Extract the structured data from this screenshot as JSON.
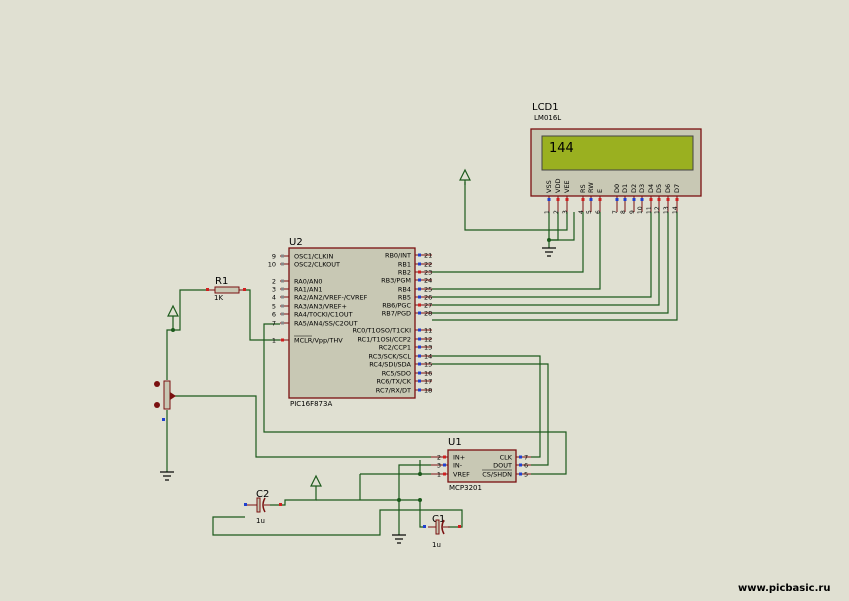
{
  "lcd": {
    "ref": "LCD1",
    "part": "LM016L",
    "display_text": "144",
    "pin_labels": [
      "VSS",
      "VDD",
      "VEE",
      "RS",
      "RW",
      "E",
      "D0",
      "D1",
      "D2",
      "D3",
      "D4",
      "D5",
      "D6",
      "D7"
    ],
    "pin_numbers": [
      "1",
      "2",
      "3",
      "4",
      "5",
      "6",
      "7",
      "8",
      "9",
      "10",
      "11",
      "12",
      "13",
      "14"
    ],
    "screen_color": "#9ab020"
  },
  "u2": {
    "ref": "U2",
    "part": "PIC16F873A",
    "left_pins": [
      {
        "label": "OSC1/CLKIN",
        "num": "9"
      },
      {
        "label": "OSC2/CLKOUT",
        "num": "10"
      },
      {
        "label": "RA0/AN0",
        "num": "2"
      },
      {
        "label": "RA1/AN1",
        "num": "3"
      },
      {
        "label": "RA2/AN2/VREF-/CVREF",
        "num": "4"
      },
      {
        "label": "RA3/AN3/VREF+",
        "num": "5"
      },
      {
        "label": "RA4/T0CKI/C1OUT",
        "num": "6"
      },
      {
        "label": "RA5/AN4/SS/C2OUT",
        "num": "7"
      },
      {
        "label": "MCLR/Vpp/THV",
        "num": "1"
      }
    ],
    "right_pins": [
      {
        "label": "RB0/INT",
        "num": "21"
      },
      {
        "label": "RB1",
        "num": "22"
      },
      {
        "label": "RB2",
        "num": "23"
      },
      {
        "label": "RB3/PGM",
        "num": "24"
      },
      {
        "label": "RB4",
        "num": "25"
      },
      {
        "label": "RB5",
        "num": "26"
      },
      {
        "label": "RB6/PGC",
        "num": "27"
      },
      {
        "label": "RB7/PGD",
        "num": "28"
      },
      {
        "label": "RC0/T1OSO/T1CKI",
        "num": "11"
      },
      {
        "label": "RC1/T1OSI/CCP2",
        "num": "12"
      },
      {
        "label": "RC2/CCP1",
        "num": "13"
      },
      {
        "label": "RC3/SCK/SCL",
        "num": "14"
      },
      {
        "label": "RC4/SDI/SDA",
        "num": "15"
      },
      {
        "label": "RC5/SDO",
        "num": "16"
      },
      {
        "label": "RC6/TX/CK",
        "num": "17"
      },
      {
        "label": "RC7/RX/DT",
        "num": "18"
      }
    ]
  },
  "u1": {
    "ref": "U1",
    "part": "MCP3201",
    "left_pins": [
      {
        "label": "IN+",
        "num": "2"
      },
      {
        "label": "IN-",
        "num": "3"
      },
      {
        "label": "VREF",
        "num": "1"
      }
    ],
    "right_pins": [
      {
        "label": "CLK",
        "num": "7"
      },
      {
        "label": "DOUT",
        "num": "6"
      },
      {
        "label": "CS/SHDN",
        "num": "5"
      }
    ]
  },
  "r1": {
    "ref": "R1",
    "value": "1K"
  },
  "c1": {
    "ref": "C1",
    "value": "1u"
  },
  "c2": {
    "ref": "C2",
    "value": "1u"
  },
  "watermark": "www.picbasic.ru",
  "colors": {
    "background": "#e0e0d2",
    "wire": "#1c5a1c",
    "component_outline": "#7a1010",
    "component_fill": "#c8c8b4",
    "pin_high": "#d02020",
    "pin_low": "#2040d0"
  }
}
